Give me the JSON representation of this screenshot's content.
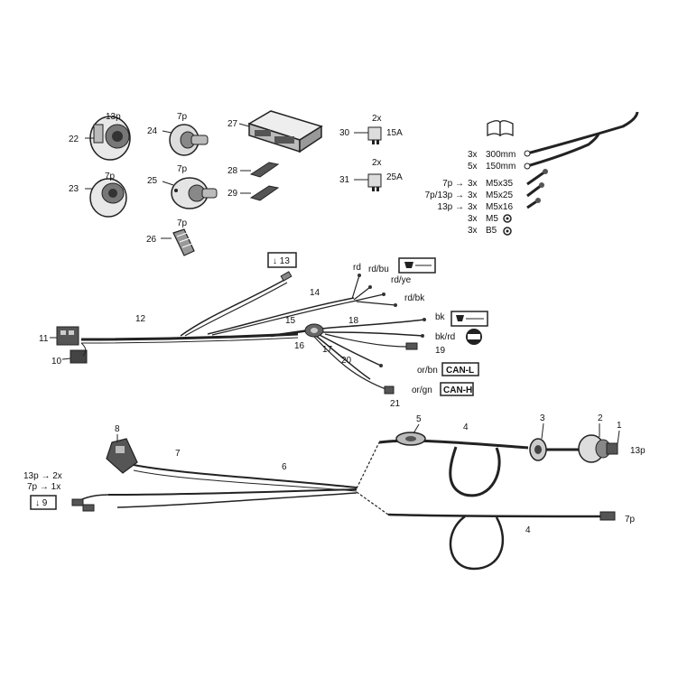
{
  "diagram": {
    "components_top": {
      "socket_13p_count": "13p",
      "socket_13p_part": "22",
      "socket_7p_part": "23",
      "socket_7p_count": "7p",
      "seal_24_count": "7p",
      "seal_24_part": "24",
      "seal_25_count": "7p",
      "seal_25_part": "25",
      "seal_26_count": "7p",
      "seal_26_part": "26",
      "module_part": "27",
      "pad_28_part": "28",
      "pad_29_part": "29",
      "fuse_30_part": "30",
      "fuse_30_qty": "2x",
      "fuse_30_rating": "15A",
      "fuse_31_part": "31",
      "fuse_31_qty": "2x",
      "fuse_31_rating": "25A"
    },
    "hardware": {
      "rows": [
        {
          "qty": "3x",
          "desc": "300mm"
        },
        {
          "qty": "5x",
          "desc": "150mm"
        },
        {
          "prefix": "7p →",
          "qty": "3x",
          "desc": "M5x35"
        },
        {
          "prefix": "7p/13p →",
          "qty": "3x",
          "desc": "M5x25"
        },
        {
          "prefix": "13p →",
          "qty": "3x",
          "desc": "M5x16"
        },
        {
          "qty": "3x",
          "desc": "M5"
        },
        {
          "qty": "3x",
          "desc": "B5"
        }
      ]
    },
    "harness_upper": {
      "ref_13": "↓ 13",
      "p10": "10",
      "p11": "11",
      "p12": "12",
      "p14": "14",
      "p15": "15",
      "p16": "16",
      "p17": "17",
      "p18": "18",
      "p19": "19",
      "p20": "20",
      "p21": "21",
      "wire_rd": "rd",
      "wire_rdbu": "rd/bu",
      "wire_rdye": "rd/ye",
      "wire_rdbk": "rd/bk",
      "wire_bk": "bk",
      "wire_bkrd": "bk/rd",
      "wire_orbn": "or/bn",
      "wire_orgn": "or/gn",
      "can_l": "CAN-L",
      "can_h": "CAN-H"
    },
    "harness_lower": {
      "p1": "1",
      "p2": "2",
      "p3": "3",
      "p4a": "4",
      "p4b": "4",
      "p5": "5",
      "p6": "6",
      "p7": "7",
      "p8": "8",
      "socket_13p": "13p",
      "socket_7p": "7p",
      "qty_13p": "13p → 2x",
      "qty_7p": "7p → 1x",
      "ref_9": "↓ 9"
    }
  }
}
